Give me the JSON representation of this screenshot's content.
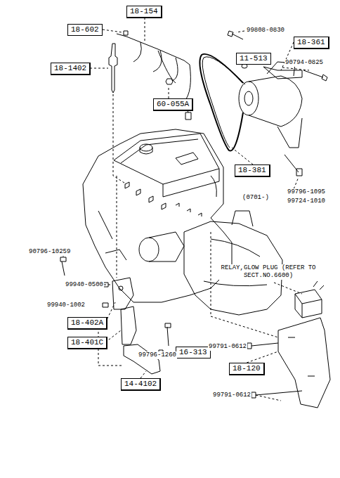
{
  "diagram": {
    "nodes": [
      {
        "text": [
          "18-154"
        ]
      },
      {
        "text": [
          "18-602"
        ]
      },
      {
        "text": [
          "18-1402"
        ]
      },
      {
        "text": [
          "60-055A"
        ]
      },
      {
        "text": [
          "18-361"
        ]
      },
      {
        "text": [
          "11-513"
        ]
      },
      {
        "text": [
          "18-381"
        ]
      },
      {
        "text": [
          "18-402A"
        ]
      },
      {
        "text": [
          "18-401C"
        ]
      },
      {
        "text": [
          "16-313"
        ]
      },
      {
        "text": [
          "14-4102"
        ]
      },
      {
        "text": [
          "18-120"
        ]
      }
    ],
    "labels": [
      "99808-0830",
      "90794-0825",
      "(0701-)",
      "99796-1095",
      "99724-1010",
      "90796-10259",
      "99940-0500",
      "99940-1002",
      "99796-1260",
      "RELAY,GLOW PLUG (REFER TO SECT.NO.6600)",
      "99791-0612",
      "99791-0612"
    ]
  }
}
